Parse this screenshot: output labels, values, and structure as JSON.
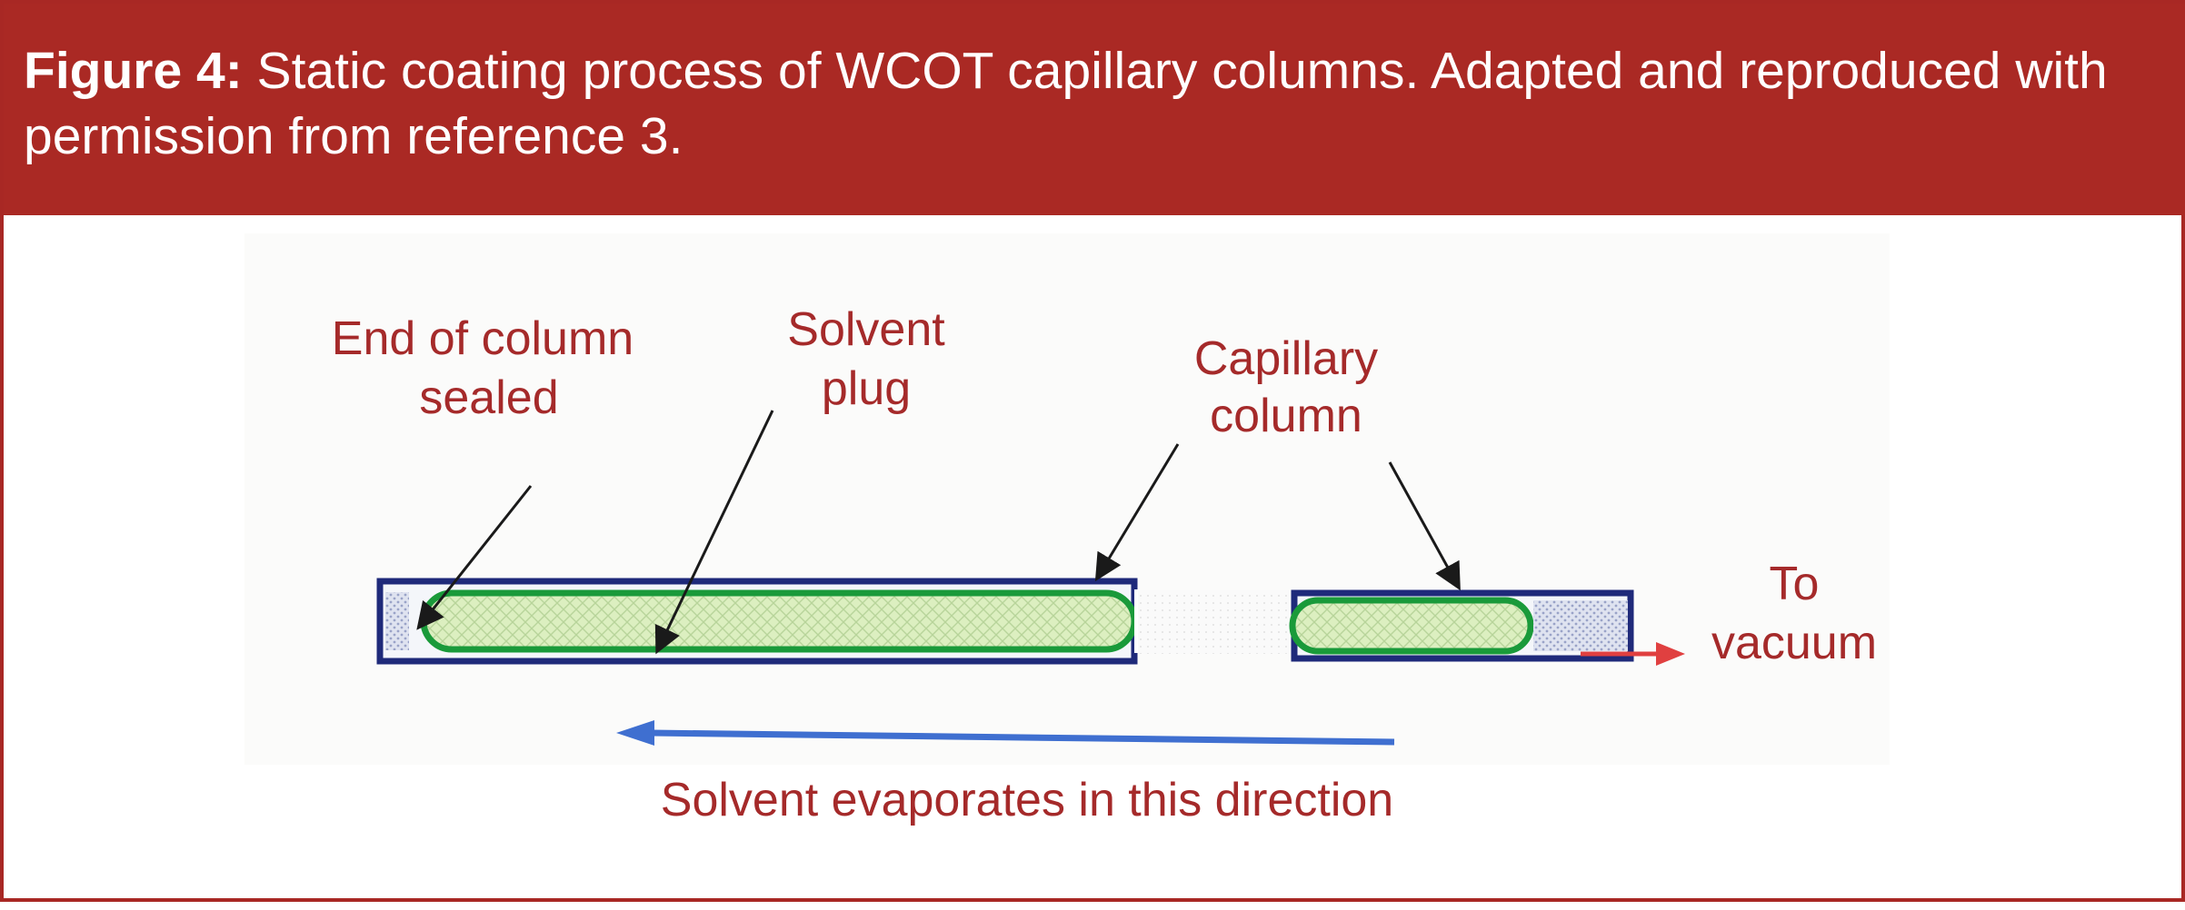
{
  "figure": {
    "label": "Figure 4:",
    "caption": "Static coating process of WCOT capillary columns. Adapted and reproduced with permission from reference 3."
  },
  "labels": {
    "end_sealed_line1": "End of column",
    "end_sealed_line2": "sealed",
    "solvent_plug_line1": "Solvent",
    "solvent_plug_line2": "plug",
    "capillary_line1": "Capillary",
    "capillary_line2": "column",
    "vacuum_line1": "To",
    "vacuum_line2": "vacuum",
    "evaporates": "Solvent evaporates in this direction"
  },
  "colors": {
    "header_bg": "#aa2924",
    "label_text": "#a52a2a",
    "column_wall": "#1f2a7a",
    "coating": "#1a9a3a",
    "solvent_fill": "#dbeebc",
    "evaporation_arrow": "#3f6fd0",
    "vacuum_arrow": "#e04040"
  }
}
